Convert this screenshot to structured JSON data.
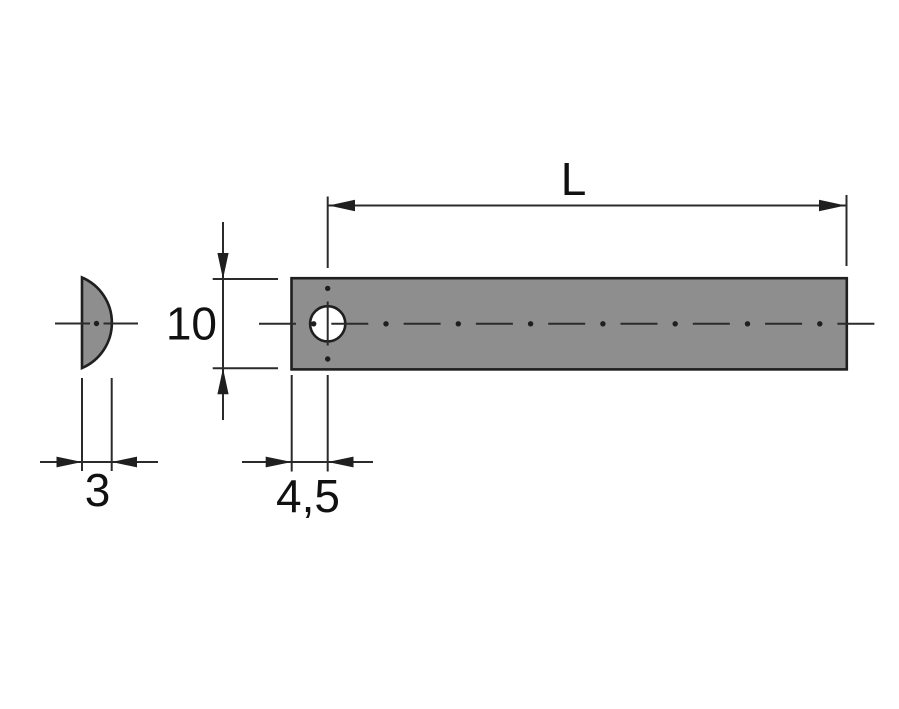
{
  "drawing": {
    "dimensions": {
      "length": {
        "label": "L"
      },
      "profile_height": {
        "label": "10"
      },
      "profile_thickness": {
        "label": "3"
      },
      "hole_edge_offset": {
        "label": "4,5"
      }
    },
    "colors": {
      "part_fill": "#8e8e8e",
      "hole_fill": "#ffffff",
      "part_outline": "#1f1f1f",
      "dimension_lines": "#2b2b2b",
      "dimension_text": "#111111",
      "background": "#ffffff"
    }
  }
}
